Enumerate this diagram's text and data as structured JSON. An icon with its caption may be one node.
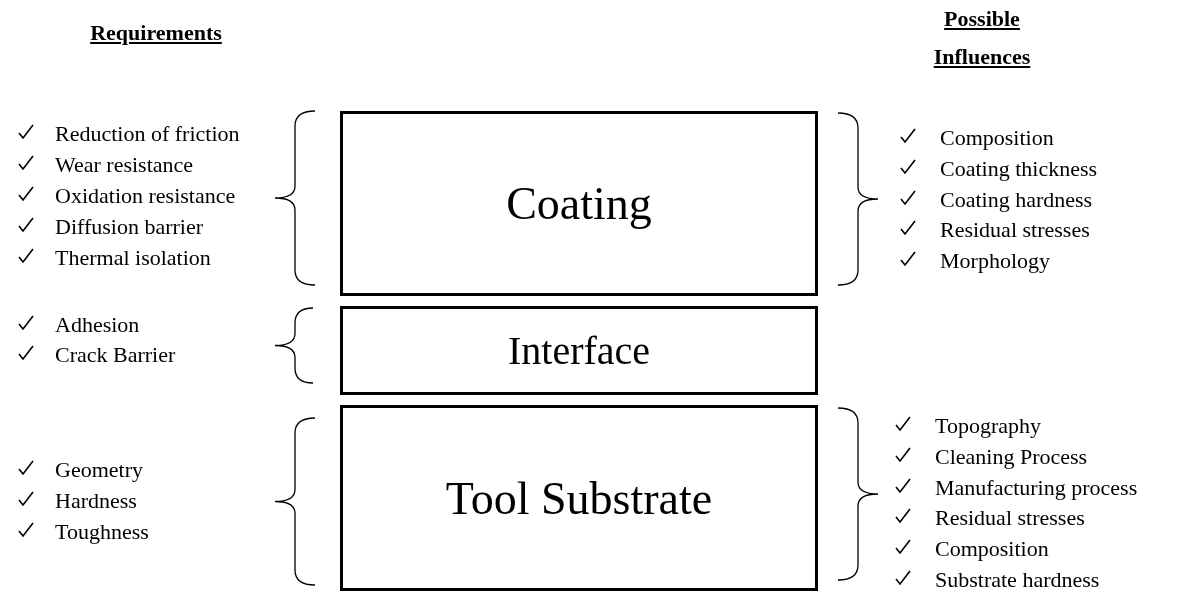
{
  "diagram": {
    "nodes": [
      {
        "text": [
          "Coating"
        ]
      },
      {
        "text": [
          "Interface"
        ]
      },
      {
        "text": [
          "Tool Substrate"
        ]
      }
    ],
    "edges": [],
    "labels": [
      "Requirements",
      "Possible Influences",
      "Reduction of friction",
      "Wear resistance",
      "Oxidation resistance",
      "Diffusion barrier",
      "Thermal isolation",
      "Composition",
      "Coating thickness",
      "Coating hardness",
      "Residual stresses",
      "Morphology",
      "Adhesion",
      "Crack Barrier",
      "Geometry",
      "Hardness",
      "Toughness",
      "Topography",
      "Cleaning Process",
      "Manufacturing process",
      "Residual stresses",
      "Composition",
      "Substrate hardness"
    ]
  }
}
